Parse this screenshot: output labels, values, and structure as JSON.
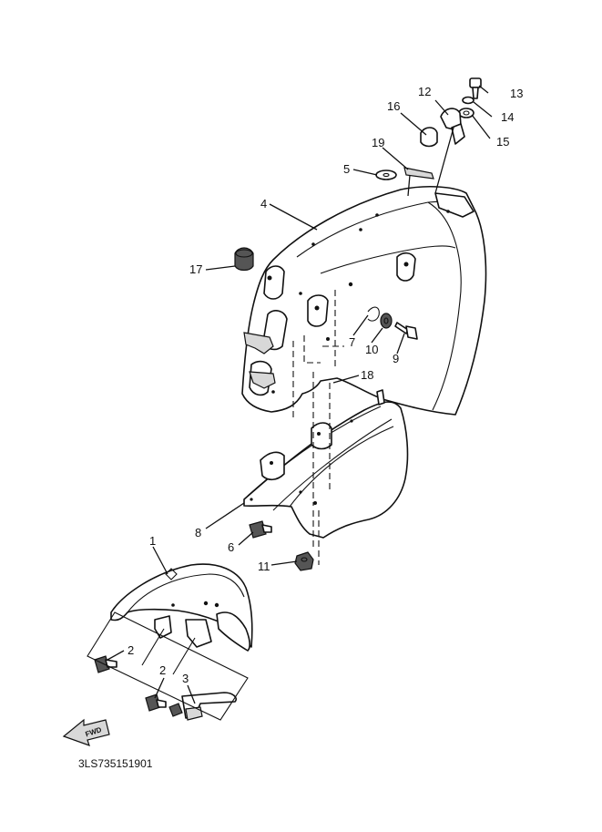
{
  "diagram_code": "3LS735151901",
  "fwd_label": "FWD",
  "callouts": {
    "c1": "1",
    "c2a": "2",
    "c2b": "2",
    "c3": "3",
    "c4": "4",
    "c5": "5",
    "c6": "6",
    "c7": "7",
    "c8": "8",
    "c9": "9",
    "c10": "10",
    "c11": "11",
    "c12": "12",
    "c13": "13",
    "c14": "14",
    "c15": "15",
    "c16": "16",
    "c17": "17",
    "c18": "18",
    "c19": "19"
  }
}
